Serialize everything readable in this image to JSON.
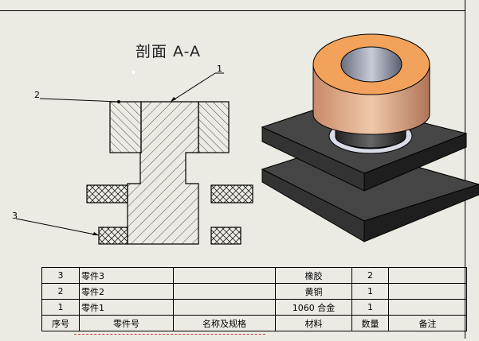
{
  "drawing": {
    "section_title": "剖面 A-A",
    "callouts": [
      "1",
      "2",
      "3"
    ]
  },
  "bom": {
    "headers": [
      "序号",
      "零件号",
      "名称及规格",
      "材料",
      "数量",
      "备注"
    ],
    "rows": [
      {
        "seq": "3",
        "part": "零件3",
        "spec": "",
        "material": "橡胶",
        "qty": "2",
        "note": ""
      },
      {
        "seq": "2",
        "part": "零件2",
        "spec": "",
        "material": "黄铜",
        "qty": "1",
        "note": ""
      },
      {
        "seq": "1",
        "part": "零件1",
        "spec": "",
        "material": "1060 合金",
        "qty": "1",
        "note": ""
      }
    ]
  },
  "colors": {
    "sheet_background": "#ecebe3",
    "plate": "#3a3a3a",
    "bushing_top": "#f2a25a",
    "bushing_side": "#c98a6a"
  }
}
